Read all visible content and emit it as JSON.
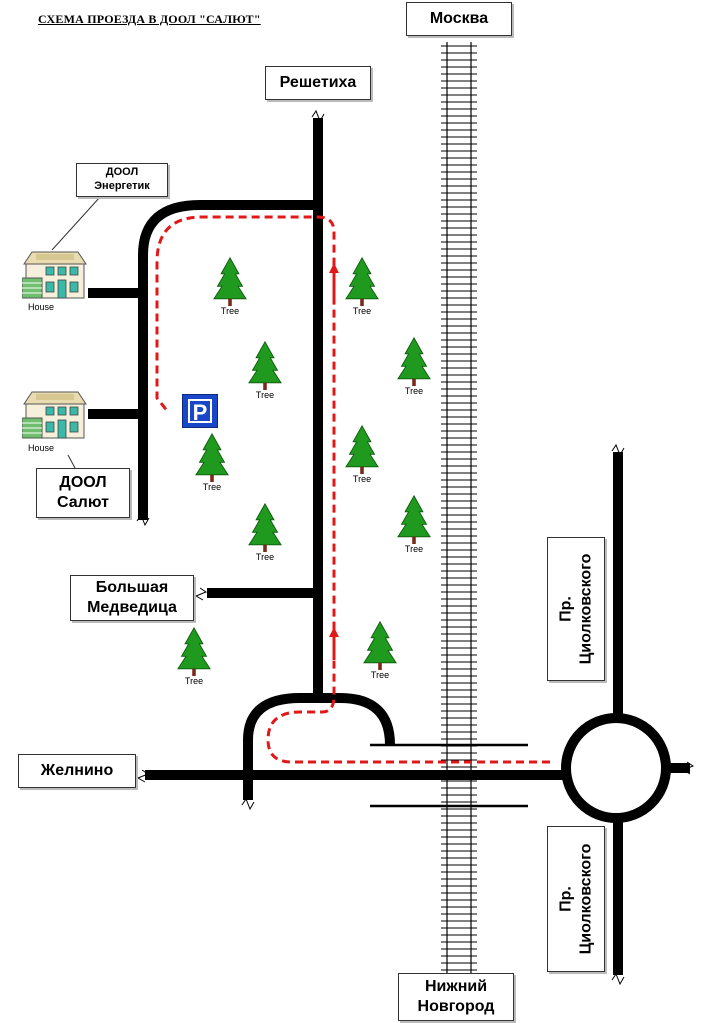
{
  "title": "СХЕМА ПРОЕЗДА В ДООЛ \"САЛЮТ\"",
  "places": {
    "moskva": "Москва",
    "reshetikha": "Решетиха",
    "energetik_line1": "ДООЛ",
    "energetik_line2": "Энергетик",
    "salyut_line1": "ДООЛ",
    "salyut_line2": "Салют",
    "medveditsa_line1": "Большая",
    "medveditsa_line2": "Медведица",
    "zhelnino": "Желнино",
    "nnovgorod_line1": "Нижний",
    "nnovgorod_line2": "Новгород",
    "tsiolkovsky_line1": "Пр.",
    "tsiolkovsky_line2": "Циолковского",
    "tsiolkovsky2_line1": "Пр.",
    "tsiolkovsky2_line2": "Циолковского"
  },
  "house_label": "House",
  "tree_label": "Tree",
  "parking_label": "P",
  "colors": {
    "road": "#000000",
    "route": "#e01818",
    "parking": "#1a47c8",
    "tree": "#1f9a1f",
    "trunk": "#7a2a1a",
    "house_roof": "#e8dcb0",
    "house_window": "#3ab8a8"
  },
  "icons": [
    "house-icon",
    "tree-icon",
    "parking-icon",
    "railway-icon",
    "roundabout-icon",
    "route-arrow-icon"
  ]
}
